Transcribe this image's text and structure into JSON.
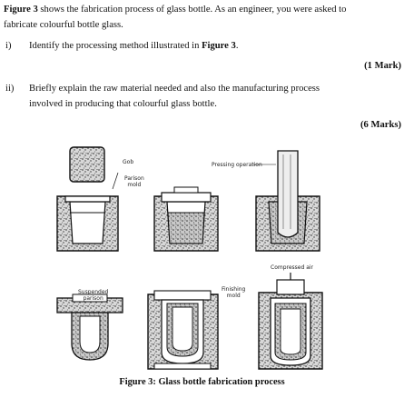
{
  "intro": {
    "fig_ref": "Figure 3",
    "line1": " shows the fabrication process of glass bottle. As an engineer, you were asked to",
    "line2": "fabricate colourful bottle glass."
  },
  "questions": [
    {
      "num": "i)",
      "text_pre": "Identify the processing method illustrated in ",
      "text_bold": "Figure 3",
      "text_post": ".",
      "marks": "(1 Mark)"
    },
    {
      "num": "ii)",
      "line1": "Briefly explain the raw material needed and also the manufacturing process",
      "line2": "involved in producing that colourful glass bottle.",
      "marks": "(6 Marks)"
    }
  ],
  "figure": {
    "labels": {
      "gob": "Gob",
      "parison_mold": "Parison\nmold",
      "pressing": "Pressing operation",
      "suspended": "Suspended\nparison",
      "finishing": "Finishing\nmold",
      "compressed": "Compressed air"
    },
    "caption": "Figure 3: Glass bottle fabrication process"
  },
  "colors": {
    "text": "#111111",
    "ink": "#1a1a1a",
    "speckle": "#8a8a8a"
  }
}
